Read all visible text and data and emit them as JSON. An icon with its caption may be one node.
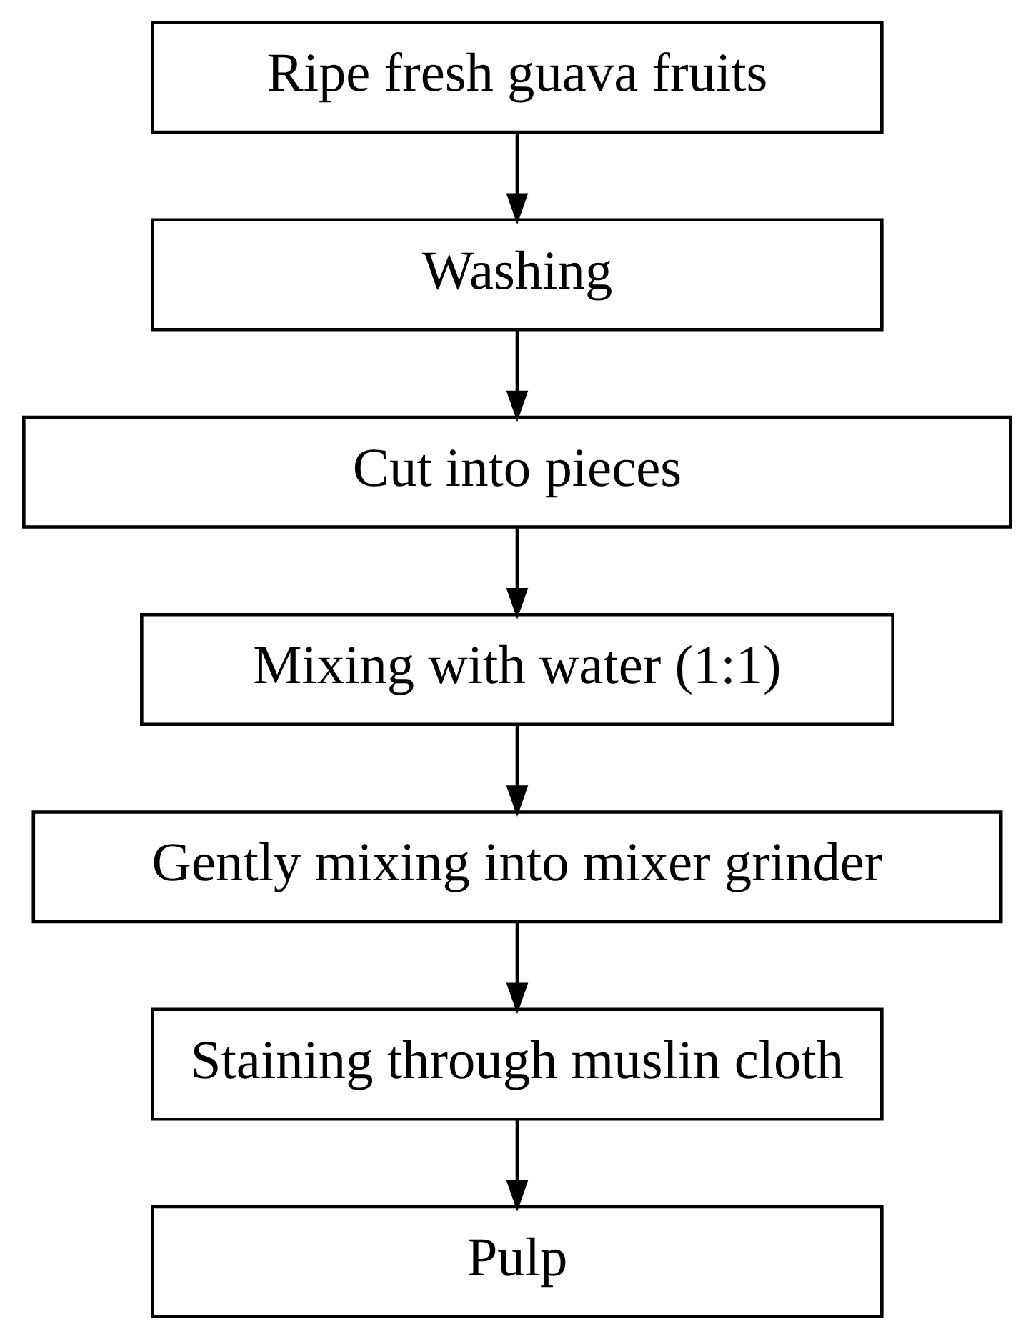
{
  "diagram": {
    "nodes": [
      {
        "text": [
          "Ripe fresh guava fruits"
        ]
      },
      {
        "text": [
          "Washing"
        ]
      },
      {
        "text": [
          "Cut into pieces"
        ]
      },
      {
        "text": [
          "Mixing with water (1:1)"
        ]
      },
      {
        "text": [
          "Gently mixing into mixer grinder"
        ]
      },
      {
        "text": [
          "Staining through muslin cloth"
        ]
      },
      {
        "text": [
          "Pulp"
        ]
      }
    ],
    "edges": [
      {
        "from": 0,
        "to": 1,
        "arrow": "to"
      },
      {
        "from": 1,
        "to": 2,
        "arrow": "to"
      },
      {
        "from": 2,
        "to": 3,
        "arrow": "to"
      },
      {
        "from": 3,
        "to": 4,
        "arrow": "to"
      },
      {
        "from": 4,
        "to": 5,
        "arrow": "to"
      },
      {
        "from": 5,
        "to": 6,
        "arrow": "to"
      }
    ]
  }
}
